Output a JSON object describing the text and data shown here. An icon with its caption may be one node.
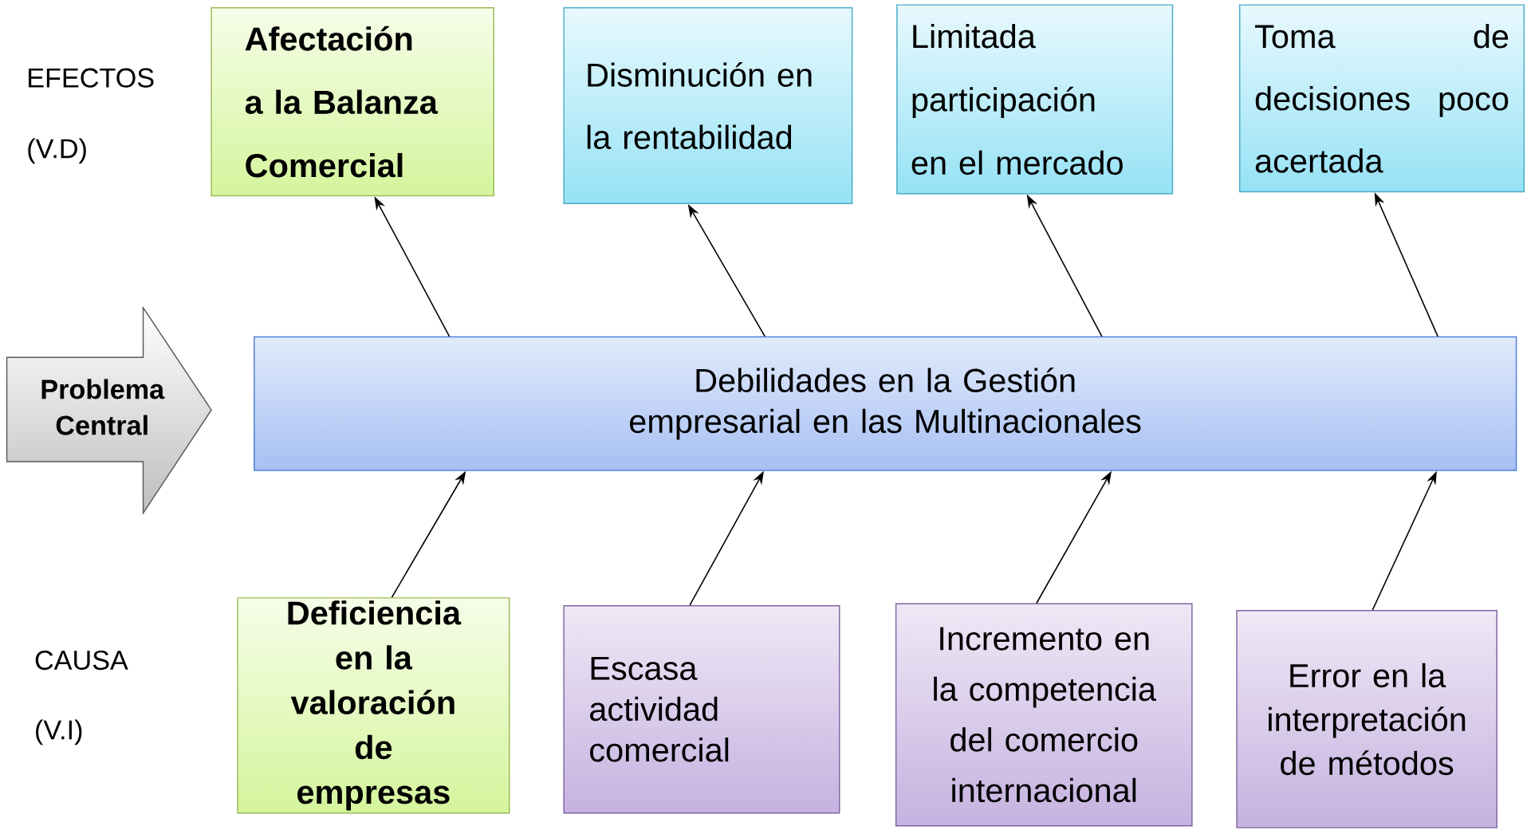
{
  "diagram": {
    "nodes": [
      {
        "text": [
          "Afectación a la Balanza Comercial"
        ]
      },
      {
        "text": [
          "Disminución en la rentabilidad"
        ]
      },
      {
        "text": [
          "Limitada participación en el mercado"
        ]
      },
      {
        "text": [
          "Toma de decisiones poco acertada"
        ]
      },
      {
        "text": [
          "Problema Central"
        ]
      },
      {
        "text": [
          "Debilidades en la Gestión empresarial en las Multinacionales"
        ]
      },
      {
        "text": [
          "Deficiencia en la valoración de empresas"
        ]
      },
      {
        "text": [
          "Escasa actividad comercial"
        ]
      },
      {
        "text": [
          "Incremento en la competencia del comercio internacional"
        ]
      },
      {
        "text": [
          "Error en la interpretación de métodos"
        ]
      }
    ],
    "edges": [
      {
        "from": 5,
        "to": 0,
        "arrow": "to"
      },
      {
        "from": 5,
        "to": 1,
        "arrow": "to"
      },
      {
        "from": 5,
        "to": 2,
        "arrow": "to"
      },
      {
        "from": 5,
        "to": 3,
        "arrow": "to"
      },
      {
        "from": 6,
        "to": 5,
        "arrow": "to"
      },
      {
        "from": 7,
        "to": 5,
        "arrow": "to"
      },
      {
        "from": 8,
        "to": 5,
        "arrow": "to"
      },
      {
        "from": 9,
        "to": 5,
        "arrow": "to"
      }
    ],
    "labels": [
      "EFECTOS",
      "(V.D)",
      "CAUSA",
      "(V.I)"
    ]
  }
}
